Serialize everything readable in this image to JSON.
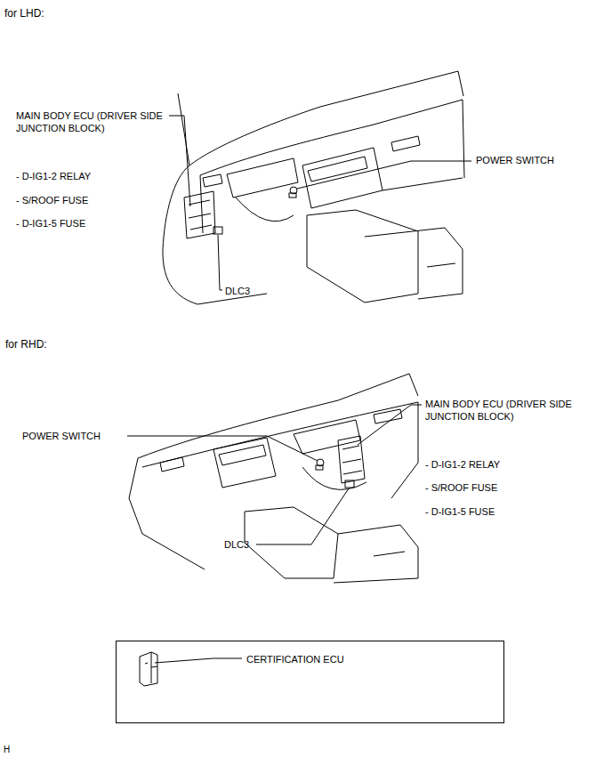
{
  "diagram": {
    "nodes": [
      {
        "text": [
          "CERTIFICATION ECU"
        ]
      }
    ],
    "labels": [
      "for LHD:",
      "MAIN BODY ECU (DRIVER SIDE JUNCTION BLOCK)",
      "- D-IG1-2 RELAY",
      "- S/ROOF FUSE",
      "- D-IG1-5 FUSE",
      "POWER SWITCH",
      "DLC3",
      "for RHD:",
      "POWER SWITCH",
      "MAIN BODY ECU (DRIVER SIDE JUNCTION BLOCK)",
      "- D-IG1-2 RELAY",
      "- S/ROOF FUSE",
      "- D-IG1-5 FUSE",
      "DLC3",
      "H"
    ]
  }
}
